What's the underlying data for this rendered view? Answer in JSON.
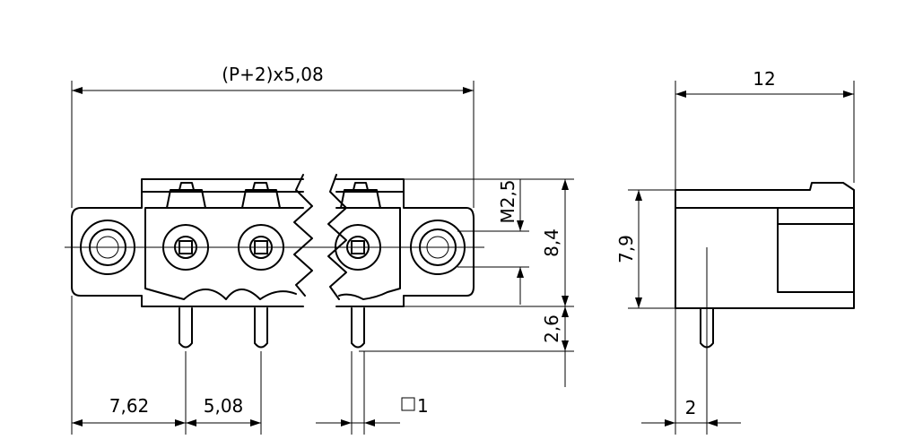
{
  "dimensions": {
    "overall_width": "(P+2)x5,08",
    "depth": "12",
    "flange_offset": "7,62",
    "pitch": "5,08",
    "pin_square": "1",
    "screw_thread": "M2,5",
    "body_height": "8,4",
    "pin_length": "2,6",
    "side_height": "7,9",
    "pin_offset_side": "2"
  }
}
